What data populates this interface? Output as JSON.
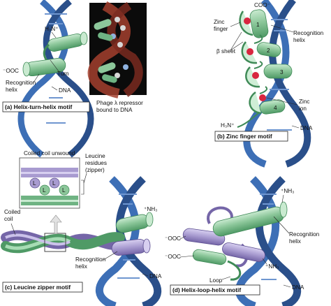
{
  "colors": {
    "dna_blue": "#3d6fb6",
    "dna_blue_dark": "#2a4f8a",
    "helix_green": "#8cc79a",
    "helix_green_dark": "#3f8a57",
    "helix_purple": "#a89bd0",
    "zinc_red": "#d8263f",
    "photo_bg": "#0b0b0b",
    "callout_bg": "#ece8f5"
  },
  "panel_a": {
    "caption": "(a) Helix-turn-helix motif",
    "n_term": "H₃N⁺",
    "c_term": "⁻OOC",
    "recognition_helix": [
      "Recognition",
      "helix"
    ],
    "turn": "Turn",
    "dna": "DNA",
    "photo_caption": [
      "Phage λ repressor",
      "bound to DNA"
    ]
  },
  "panel_b": {
    "caption": "(b) Zinc finger motif",
    "c_term": "COO⁻",
    "zinc_finger": [
      "Zinc",
      "finger"
    ],
    "beta_sheet": "β sheet",
    "recognition_helix": [
      "Recognition",
      "helix"
    ],
    "zinc_ion": [
      "Zinc",
      "ion"
    ],
    "n_term": "H₃N⁺",
    "dna": "DNA",
    "finger_numbers": [
      "1",
      "2",
      "3",
      "4"
    ]
  },
  "panel_c": {
    "caption": "(c) Leucine zipper motif",
    "coiled_coil_unwound": "Coiled coil unwound",
    "leucine_residues": [
      "Leucine",
      "residues",
      "(zipper)"
    ],
    "leucine_letter": "L",
    "coiled_coil": [
      "Coiled",
      "coil"
    ],
    "nh3": "⁺NH₃",
    "recognition_helix": [
      "Recognition",
      "helix"
    ],
    "dna": "DNA"
  },
  "panel_d": {
    "caption": "(d) Helix-loop-helix motif",
    "nh3_top": "⁺NH₃",
    "c_term_1": "⁻OOC",
    "c_term_2": "⁻OOC",
    "recognition_helix": [
      "Recognition",
      "helix"
    ],
    "nh3_bottom": "⁺NH₃",
    "loop": "Loop",
    "dna": "DNA"
  }
}
